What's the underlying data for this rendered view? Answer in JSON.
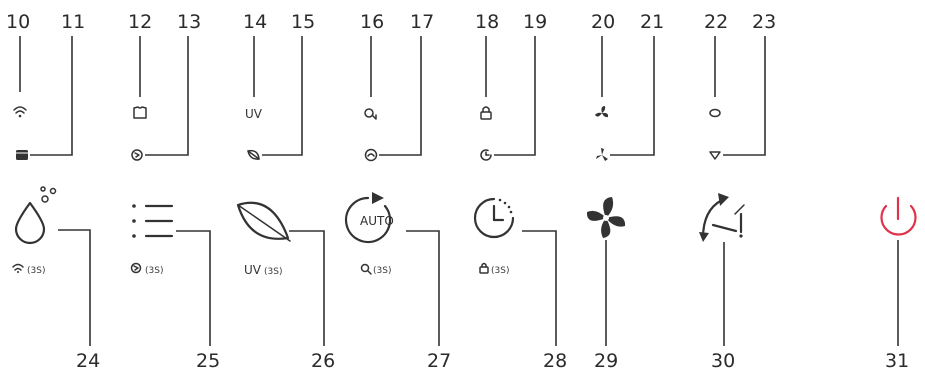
{
  "callouts": {
    "n10": "10",
    "n11": "11",
    "n12": "12",
    "n13": "13",
    "n14": "14",
    "n15": "15",
    "n16": "16",
    "n17": "17",
    "n18": "18",
    "n19": "19",
    "n20": "20",
    "n21": "21",
    "n22": "22",
    "n23": "23",
    "n24": "24",
    "n25": "25",
    "n26": "26",
    "n27": "27",
    "n28": "28",
    "n29": "29",
    "n30": "30",
    "n31": "31"
  },
  "indicators": {
    "uv": "UV"
  },
  "buttons": {
    "auto": "AUTO",
    "sub_uv": "UV",
    "sub_uv_suffix": "(3S)",
    "sub_wifi_suffix": "(3S)",
    "sub_list_suffix": "(3S)",
    "sub_auto_suffix": "(3S)",
    "sub_timer_suffix": "(3S)"
  },
  "colors": {
    "power": "#e0324b",
    "ink": "#333333"
  },
  "icons": [
    "wifi-icon",
    "water-tank-icon",
    "shirt-icon",
    "laundry-icon",
    "leaf-icon",
    "sleep-icon",
    "auto-mode-icon",
    "lock-icon",
    "timer-icon",
    "fan-high-icon",
    "fan-low-icon",
    "swing-up-icon",
    "swing-down-icon",
    "water-drop-icon",
    "menu-list-icon",
    "fan-icon",
    "swing-icon",
    "power-icon"
  ]
}
